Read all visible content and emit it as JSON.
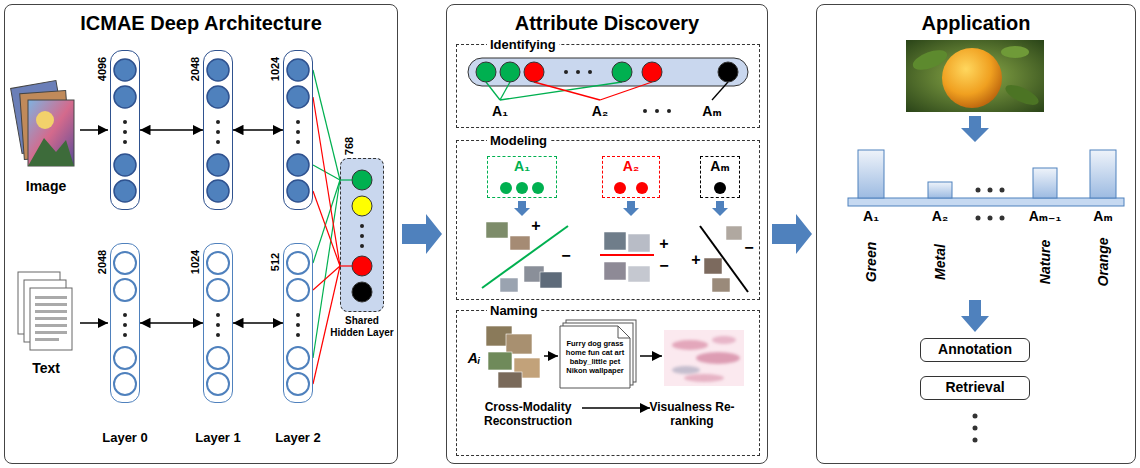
{
  "diagram": {
    "nodes": [
      {
        "text": [
          "ICMAE Deep Architecture"
        ]
      },
      {
        "text": [
          "4096"
        ],
        "in": 0
      },
      {
        "text": [
          "2048"
        ],
        "in": 0
      },
      {
        "text": [
          "1024"
        ],
        "in": 0
      },
      {
        "text": [
          "2048"
        ],
        "in": 0
      },
      {
        "text": [
          "1024"
        ],
        "in": 0
      },
      {
        "text": [
          "512"
        ],
        "in": 0
      },
      {
        "text": [
          "768",
          "Shared Hidden Layer"
        ],
        "in": 0
      },
      {
        "text": [
          "Attribute Discovery"
        ]
      },
      {
        "text": [
          "Identifying"
        ],
        "in": 8
      },
      {
        "text": [
          "Modeling"
        ],
        "in": 8
      },
      {
        "text": [
          "A₁"
        ],
        "in": 10
      },
      {
        "text": [
          "A₂"
        ],
        "in": 10
      },
      {
        "text": [
          "Aₘ"
        ],
        "in": 10
      },
      {
        "text": [
          "Naming"
        ],
        "in": 8
      },
      {
        "text": [
          "Furry dog grass home fun cat art baby_little pet Nikon wallpaper"
        ],
        "in": 14
      },
      {
        "text": [
          "Application"
        ]
      },
      {
        "text": [
          "Annotation"
        ],
        "in": 16
      },
      {
        "text": [
          "Retrieval"
        ],
        "in": 16
      }
    ],
    "edges": [
      {
        "from": 1,
        "to": 2,
        "arrow": "both"
      },
      {
        "from": 2,
        "to": 3,
        "arrow": "both"
      },
      {
        "from": 4,
        "to": 5,
        "arrow": "both"
      },
      {
        "from": 5,
        "to": 6,
        "arrow": "both"
      },
      {
        "from": 3,
        "to": 7,
        "arrow": "none"
      },
      {
        "from": 6,
        "to": 7,
        "arrow": "none"
      },
      {
        "from": 0,
        "to": 8,
        "arrow": "to"
      },
      {
        "from": 8,
        "to": 16,
        "arrow": "to"
      }
    ],
    "labels": [
      "Image",
      "Text",
      "Layer 0",
      "Layer 1",
      "Layer 2",
      "A₁",
      "A₂",
      "Aₘ",
      "+",
      "−",
      "+",
      "−",
      "+",
      "−",
      "Aᵢ",
      "Cross-Modality Reconstruction",
      "Visualness Re-ranking",
      "A₁",
      "A₂",
      "Aₘ₋₁",
      "Aₘ",
      "Green",
      "Metal",
      "Nature",
      "Orange"
    ]
  }
}
